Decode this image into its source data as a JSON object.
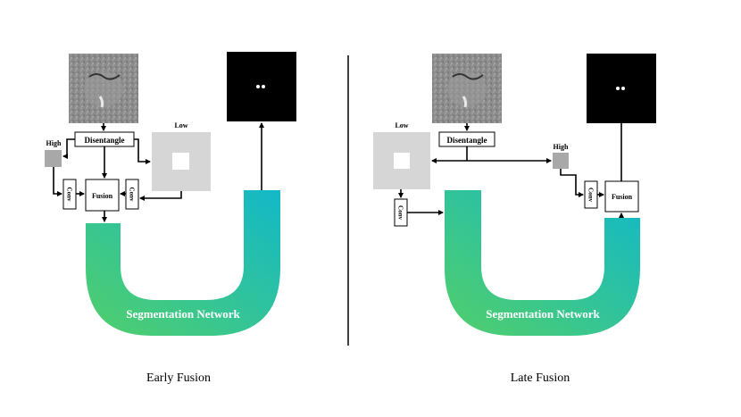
{
  "colors": {
    "background": "#ffffff",
    "network_gradient_start": "#52cf6a",
    "network_gradient_end": "#12b8c8",
    "high_patch": "#a8a8a8",
    "low_frame": "#d6d6d6",
    "mask_background": "#000000",
    "arrow": "#000000"
  },
  "early_fusion": {
    "caption": "Early Fusion",
    "disentangle_label": "Disentangle",
    "high_label": "High",
    "low_label": "Low",
    "conv_left_label": "Conv",
    "conv_right_label": "Conv",
    "fusion_label": "Fusion",
    "network_label": "Segmentation Network"
  },
  "late_fusion": {
    "caption": "Late Fusion",
    "disentangle_label": "Disentangle",
    "high_label": "High",
    "low_label": "Low",
    "conv_low_label": "Conv",
    "conv_high_label": "Conv",
    "fusion_label": "Fusion",
    "network_label": "Segmentation Network"
  },
  "icons": {
    "input_image": "ultrasound-scan-icon",
    "output_mask": "segmentation-mask-icon"
  }
}
